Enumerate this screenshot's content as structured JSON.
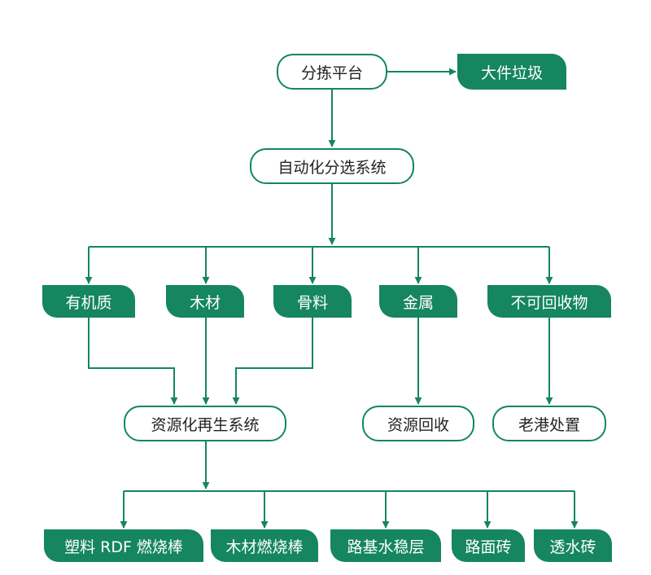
{
  "colors": {
    "accent": "#15865f",
    "text": "#222222",
    "background": "#ffffff"
  },
  "nodes": {
    "sorting_platform": "分拣平台",
    "bulky_waste": "大件垃圾",
    "auto_sorting": "自动化分选系统",
    "organic": "有机质",
    "wood": "木材",
    "aggregate": "骨料",
    "metal": "金属",
    "non_recyclable": "不可回收物",
    "resource_regen": "资源化再生系统",
    "resource_recovery": "资源回收",
    "laogang_disposal": "老港处置",
    "plastic_rdf": "塑料 RDF 燃烧棒",
    "wood_rod": "木材燃烧棒",
    "road_base": "路基水稳层",
    "road_brick": "路面砖",
    "permeable_brick": "透水砖"
  }
}
